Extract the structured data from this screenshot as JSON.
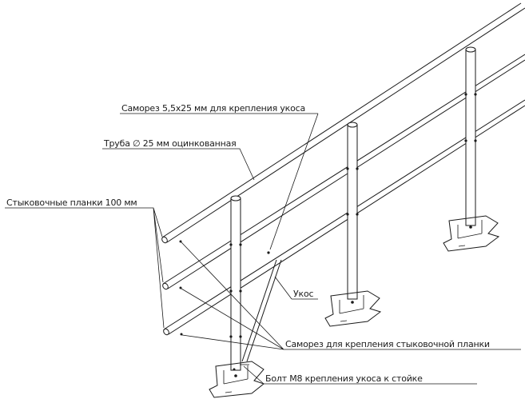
{
  "labels": {
    "self_tap_brace": "Саморез 5,5х25 мм для крепления укоса",
    "pipe": "Труба ∅ 25 мм оцинкованная",
    "joint_plates": "Стыковочные планки 100 мм",
    "brace": "Укос",
    "self_tap_plate": "Саморез для крепления стыковочной планки",
    "bolt": "Болт М8 крепления укоса к стойке"
  },
  "colors": {
    "line": "#1a1a1a",
    "background": "#ffffff"
  }
}
